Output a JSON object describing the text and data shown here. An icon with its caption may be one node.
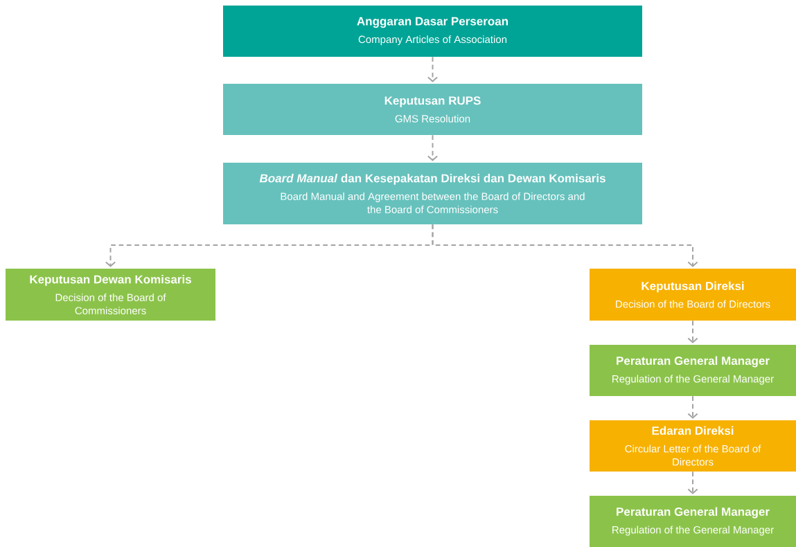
{
  "diagram": {
    "nodes": [
      {
        "text": [
          "Anggaran Dasar Perseroan",
          "Company Articles of Association"
        ]
      },
      {
        "text": [
          "Keputusan RUPS",
          "GMS Resolution"
        ]
      },
      {
        "text": [
          "*Board Manual* dan Kesepakatan Direksi dan Dewan Komisaris",
          "Board Manual and Agreement between the Board of Directors and the Board of Commissioners"
        ]
      },
      {
        "text": [
          "Keputusan Dewan Komisaris",
          "Decision of the Board of Commissioners"
        ]
      },
      {
        "text": [
          "Keputusan Direksi",
          "Decision of the Board of Directors"
        ]
      },
      {
        "text": [
          "Peraturan General Manager",
          "Regulation of the General Manager"
        ]
      },
      {
        "text": [
          "Edaran Direksi",
          "Circular Letter of the Board of Directors"
        ]
      },
      {
        "text": [
          "Peraturan General Manager",
          "Regulation of the General Manager"
        ]
      }
    ],
    "edges": [
      {
        "from": 0,
        "to": 1,
        "arrow": "to"
      },
      {
        "from": 1,
        "to": 2,
        "arrow": "to"
      },
      {
        "from": 2,
        "to": 3,
        "arrow": "to"
      },
      {
        "from": 2,
        "to": 4,
        "arrow": "to"
      },
      {
        "from": 4,
        "to": 5,
        "arrow": "to"
      },
      {
        "from": 5,
        "to": 6,
        "arrow": "to"
      },
      {
        "from": 6,
        "to": 7,
        "arrow": "to"
      }
    ]
  }
}
